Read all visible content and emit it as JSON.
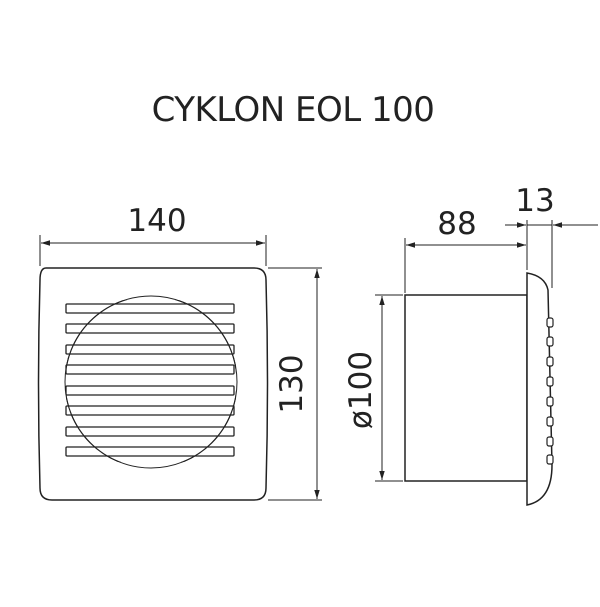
{
  "title": "CYKLON EOL 100",
  "dimensions": {
    "width": "140",
    "height": "130",
    "depth": "88",
    "grille_depth": "13",
    "duct_diameter": "ø100"
  },
  "colors": {
    "line": "#222222",
    "background": "#ffffff"
  }
}
